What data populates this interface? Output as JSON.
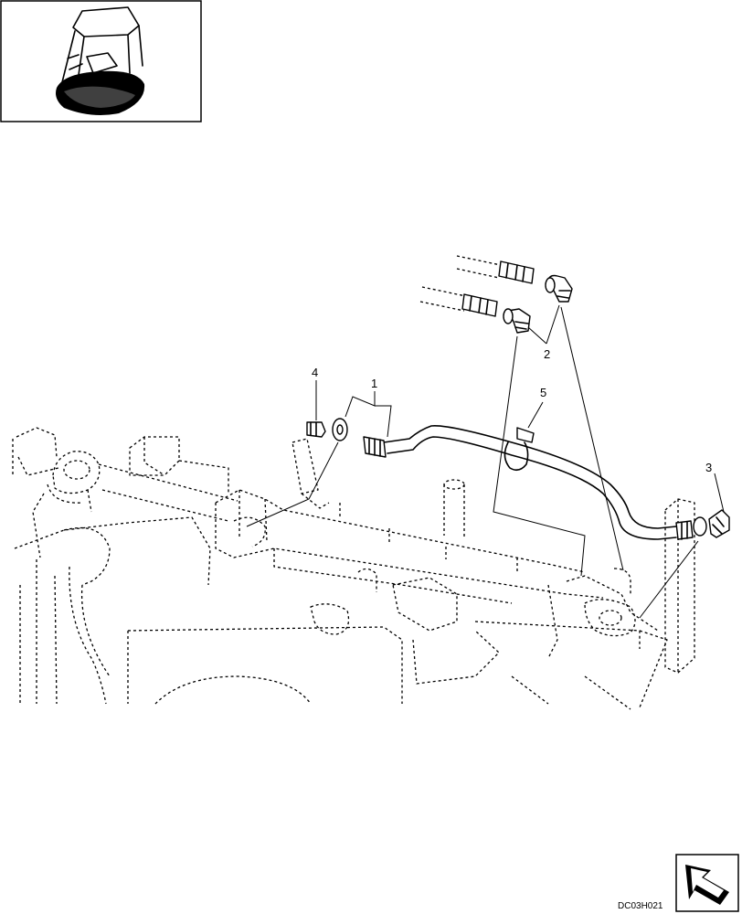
{
  "drawing_code": "DC03H021",
  "callouts": [
    {
      "id": "1",
      "label": "1"
    },
    {
      "id": "2",
      "label": "2"
    },
    {
      "id": "3",
      "label": "3"
    },
    {
      "id": "4",
      "label": "4"
    },
    {
      "id": "5",
      "label": "5"
    }
  ]
}
